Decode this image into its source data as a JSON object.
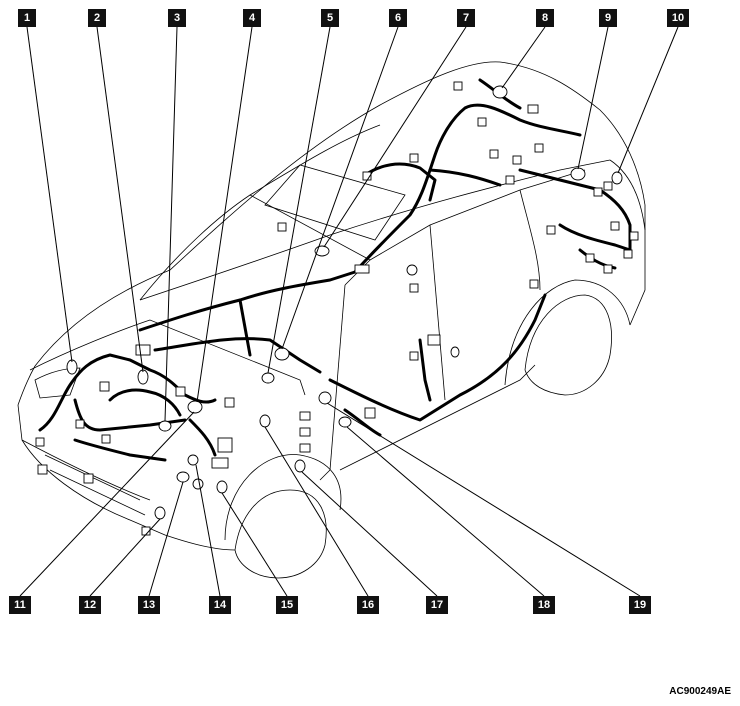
{
  "labels_top": [
    "1",
    "2",
    "3",
    "4",
    "5",
    "6",
    "7",
    "8",
    "9",
    "10"
  ],
  "labels_bottom": [
    "11",
    "12",
    "13",
    "14",
    "15",
    "16",
    "17",
    "18",
    "19"
  ],
  "figure_code": "AC900249AE"
}
